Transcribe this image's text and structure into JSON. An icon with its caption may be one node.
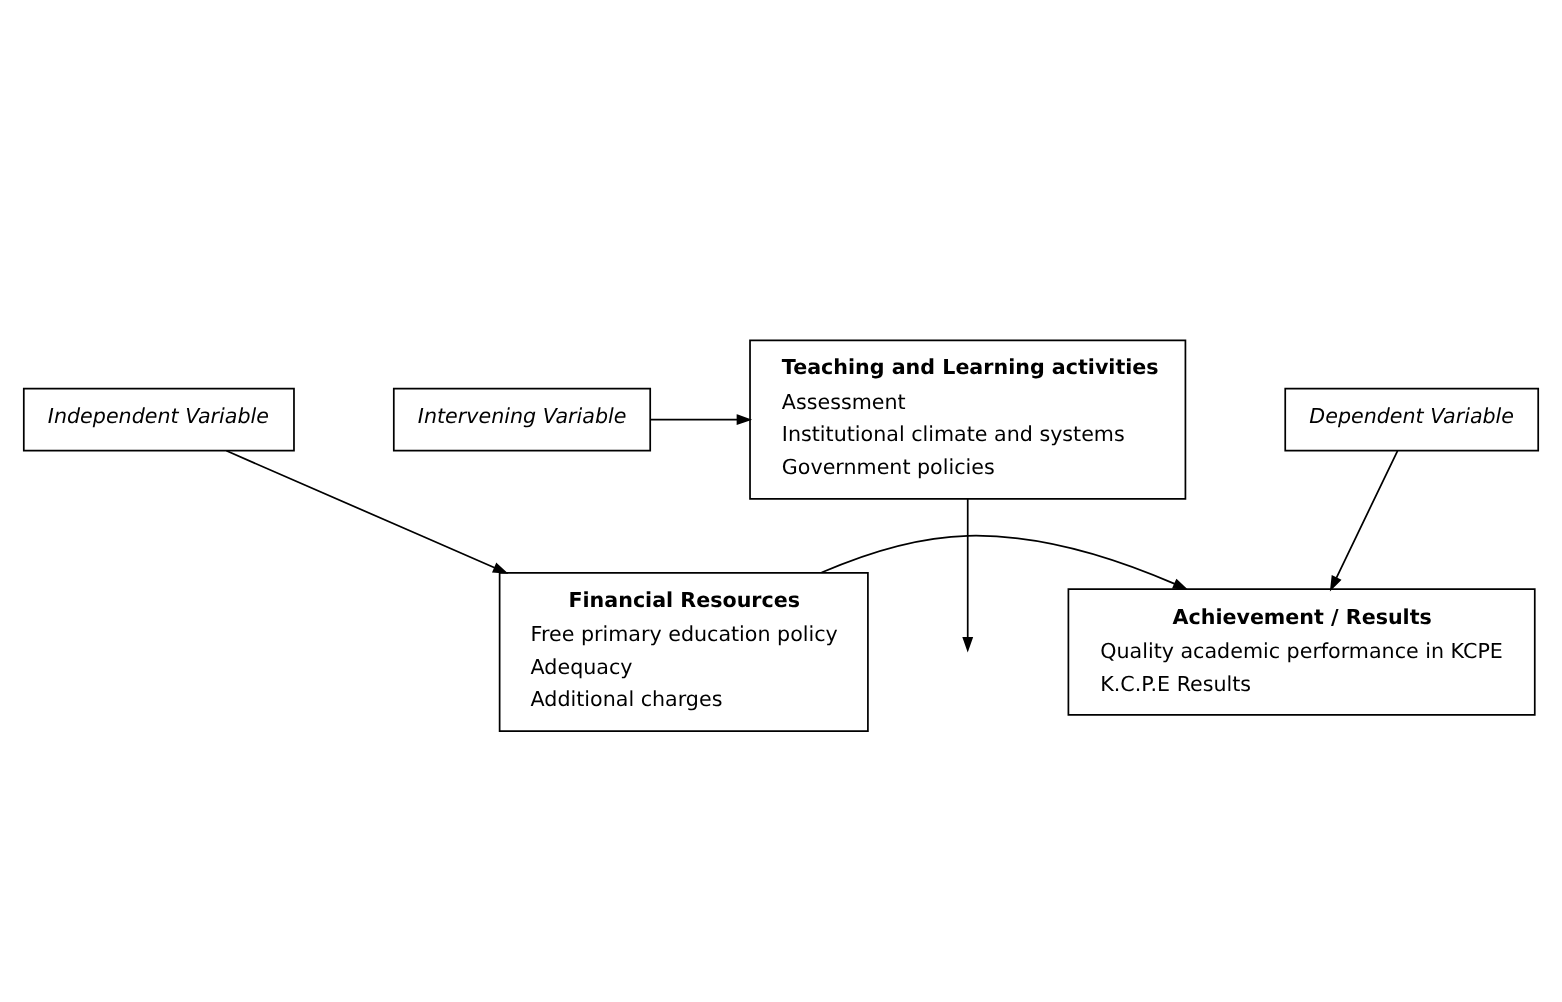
{
  "diagram": {
    "nodes": [
      {
        "text": [
          "Independent Variable"
        ]
      },
      {
        "text": [
          "Financial Resources",
          "Free primary education policy",
          "Adequacy",
          "Additional charges"
        ]
      },
      {
        "text": [
          "Dependent Variable"
        ]
      },
      {
        "text": [
          "Achievement / Results",
          "Quality academic performance in KCPE",
          "K.C.P.E Results"
        ]
      },
      {
        "text": [
          "Teaching and Learning activities",
          "Assessment",
          "Institutional climate and systems",
          "Government policies"
        ]
      },
      {
        "text": [
          "Intervening Variable"
        ]
      }
    ],
    "edges": [
      {
        "from": 0,
        "to": 1,
        "arrow": "to"
      },
      {
        "from": 2,
        "to": 3,
        "arrow": "to"
      },
      {
        "from": 1,
        "to": 3,
        "arrow": "to"
      },
      {
        "from": 4,
        "to": null,
        "arrow": "to"
      },
      {
        "from": 5,
        "to": 4,
        "arrow": "to"
      }
    ]
  }
}
